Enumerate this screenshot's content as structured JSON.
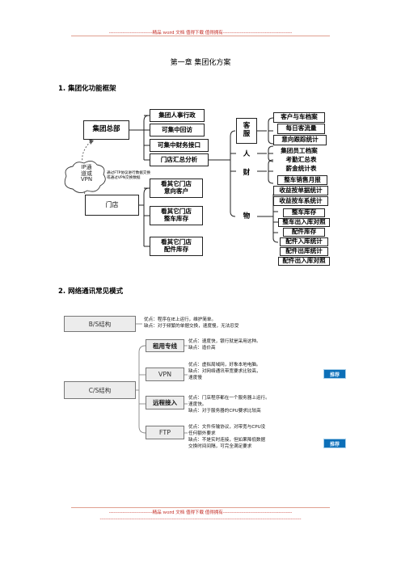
{
  "header": {
    "text": "-----------------------------精品 word 文档  值得下载  值得拥有----------------------------------------------"
  },
  "footer": {
    "line1": "-----------------------------精品 word 文档  值得下载  值得拥有----------------------------------------------",
    "line2": "--------------------------------------------------------------------------------------------------------------------------------------"
  },
  "chapter_title": "第一章  集团化方案",
  "section1": {
    "title": "1.  集团化功能框架"
  },
  "section2": {
    "title": "2.   网络通讯常见模式"
  },
  "framework": {
    "hq": "集团总部",
    "store": "门店",
    "cloud": [
      "IP通",
      "道或",
      "VPN"
    ],
    "note": [
      "通过FTP协议进行数据交换",
      "或通过VPN交换数据"
    ],
    "hq_funcs": [
      "集团人事行政",
      "可集中回访",
      "可集中财务接口",
      "门店汇总分析"
    ],
    "store_funcs": [
      [
        "看其它门店",
        "意向客户"
      ],
      [
        "看其它门店",
        "整车库存"
      ],
      [
        "看其它门店",
        "配件库存"
      ]
    ],
    "categories": [
      {
        "name": [
          "客",
          "服"
        ],
        "items": [
          "客户与车档案",
          "每日客流量",
          "意向跟踪统计"
        ]
      },
      {
        "name": [
          "人"
        ],
        "items": [
          "集团员工档案",
          "考勤汇总表",
          "薪金统计表"
        ]
      },
      {
        "name": [
          "财"
        ],
        "items": [
          "整车销售月报",
          "收益按单据统计",
          "收益按车系统计"
        ]
      },
      {
        "name": [
          "物"
        ],
        "items": [
          "整车库存",
          "整车出入库对照",
          "配件库存",
          "配件入库统计",
          "配件出库统计",
          "配件出入库对照"
        ]
      }
    ]
  },
  "network": {
    "bs": {
      "label": "B/S结构",
      "desc": [
        "优点：程序在IE上运行，维护简单。",
        "缺点：对于频繁的单据交换，速度慢，无法忍受"
      ]
    },
    "cs": {
      "label": "C/S结构"
    },
    "modes": [
      {
        "label": "租用专线",
        "desc": [
          "优点：速度快，银行就是采用这种。",
          "缺点：造价高"
        ],
        "recommend": ""
      },
      {
        "label": "VPN",
        "desc": [
          "优点：虚拟局域网，好象本地电脑。",
          "缺点：对网络通讯带宽要求比较高，",
          "速度慢"
        ],
        "recommend": "推荐"
      },
      {
        "label": "远程接入",
        "desc": [
          "优点：门店程序都在一个服务器上运行。",
          "速度快。",
          "缺点：对于服务器的CPU要求比较高"
        ],
        "recommend": ""
      },
      {
        "label": "FTP",
        "desc": [
          "优点：文件传输协议，对带宽与CPU没",
          "任何额外要求",
          "缺点：不是实时连接，但如果降低数据",
          "交换时间间隔，可完全满足要求"
        ],
        "recommend": "推荐"
      }
    ]
  }
}
